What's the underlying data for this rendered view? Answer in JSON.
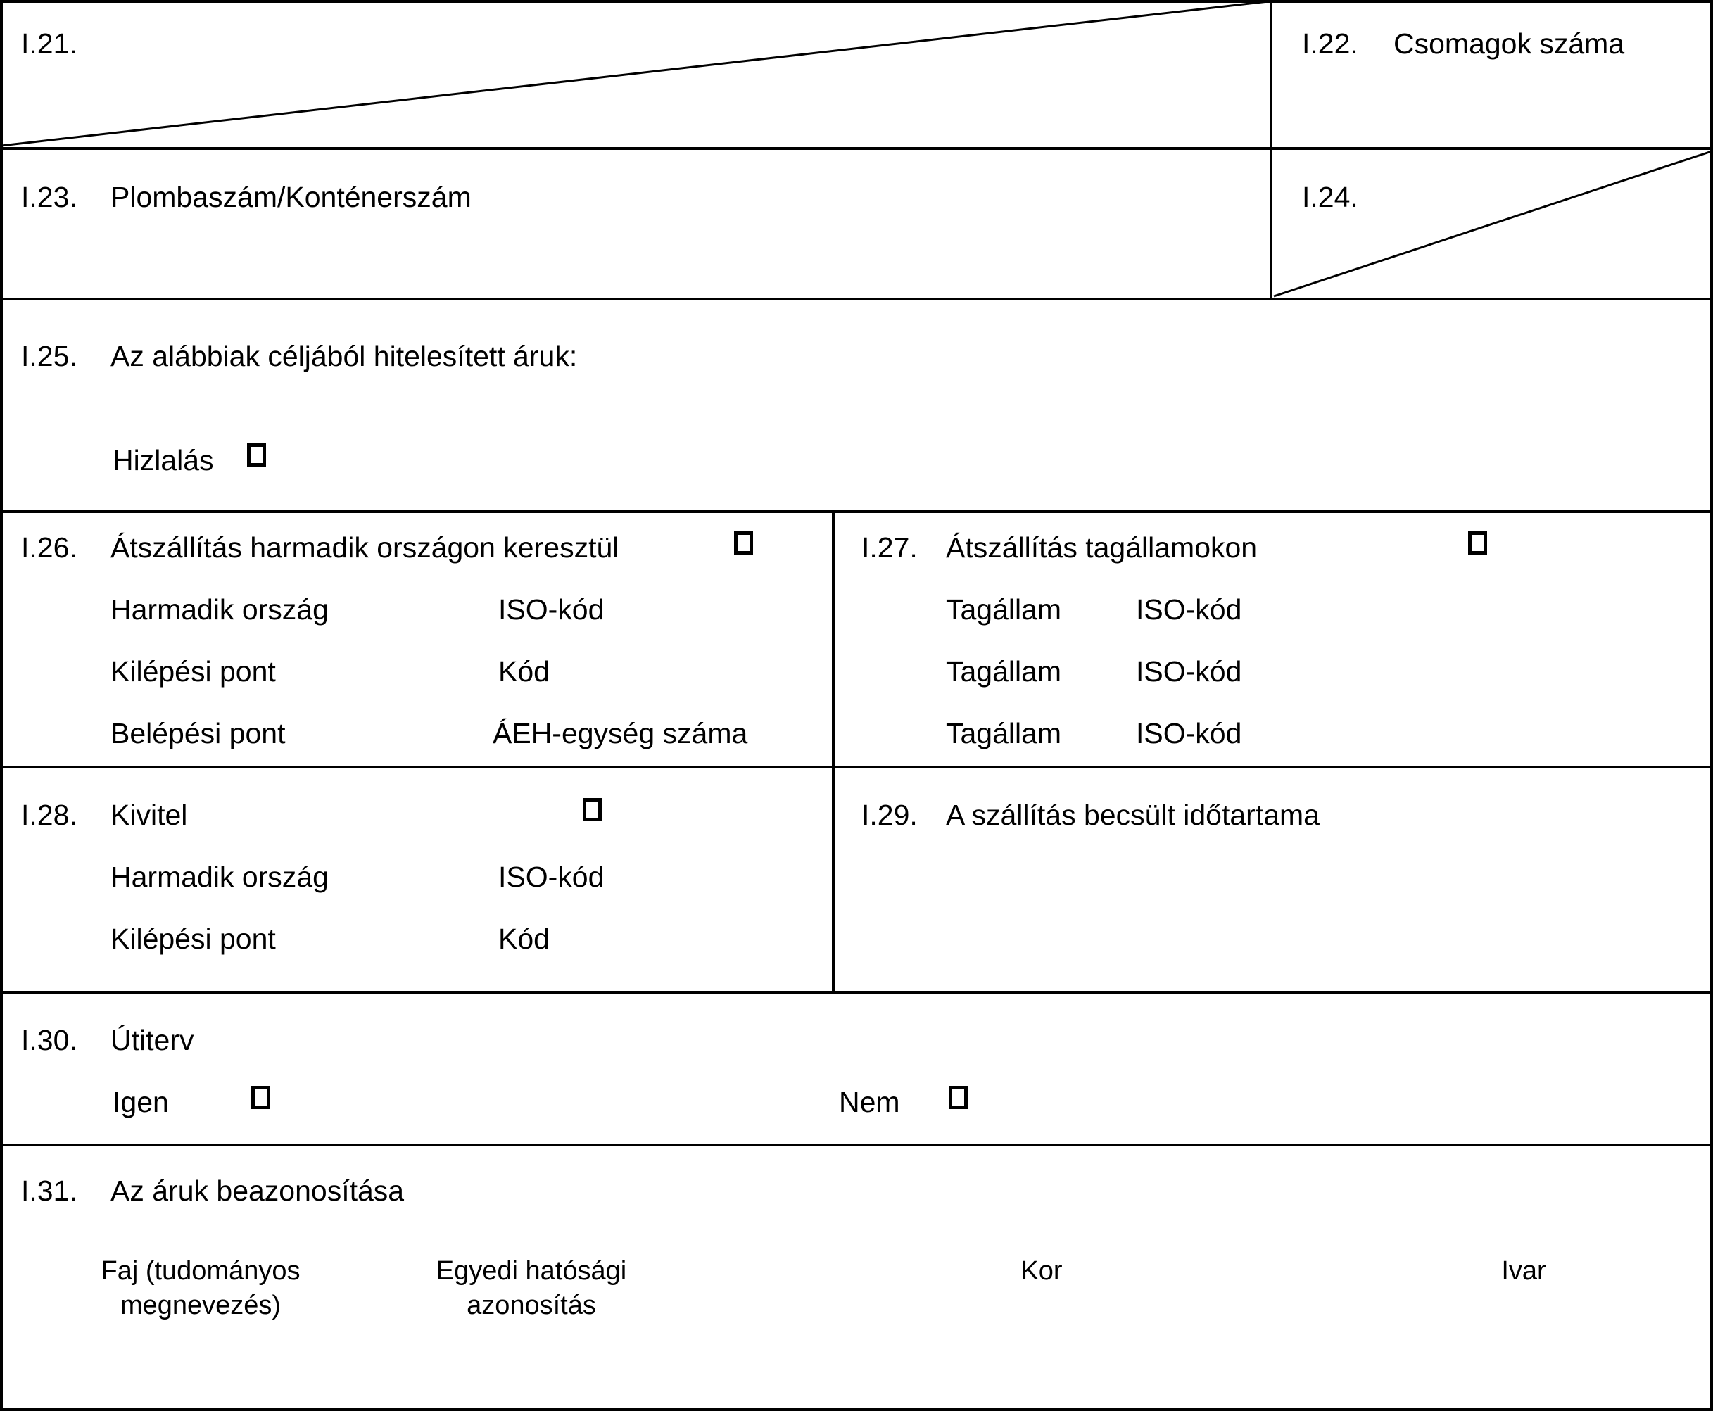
{
  "document": {
    "language": "hu",
    "type": "veterinary-certificate-part-I",
    "line_color": "#000000",
    "background_color": "#ffffff"
  },
  "boxes": {
    "i21": {
      "number": "I.21.",
      "label": "",
      "has_diagonal": true
    },
    "i22": {
      "number": "I.22.",
      "label": "Csomagok száma"
    },
    "i23": {
      "number": "I.23.",
      "label": "Plombaszám/Konténerszám"
    },
    "i24": {
      "number": "I.24.",
      "label": "",
      "has_diagonal": true
    },
    "i25": {
      "number": "I.25.",
      "label": "Az alábbiak céljából hitelesített áruk:",
      "option_label": "Hizlalás",
      "option_checked": false
    },
    "i26": {
      "number": "I.26.",
      "label": "Átszállítás harmadik országon keresztül",
      "checked": false,
      "rows": [
        {
          "left": "Harmadik ország",
          "right": "ISO-kód"
        },
        {
          "left": "Kilépési pont",
          "right": "Kód"
        },
        {
          "left": "Belépési pont",
          "right": "ÁEH-egység száma"
        }
      ]
    },
    "i27": {
      "number": "I.27.",
      "label": "Átszállítás tagállamokon",
      "checked": false,
      "rows": [
        {
          "left": "Tagállam",
          "right": "ISO-kód"
        },
        {
          "left": "Tagállam",
          "right": "ISO-kód"
        },
        {
          "left": "Tagállam",
          "right": "ISO-kód"
        }
      ]
    },
    "i28": {
      "number": "I.28.",
      "label": "Kivitel",
      "checked": false,
      "rows": [
        {
          "left": "Harmadik ország",
          "right": "ISO-kód"
        },
        {
          "left": "Kilépési pont",
          "right": "Kód"
        }
      ]
    },
    "i29": {
      "number": "I.29.",
      "label": "A szállítás becsült időtartama"
    },
    "i30": {
      "number": "I.30.",
      "label": "Útiterv",
      "yes_label": "Igen",
      "yes_checked": false,
      "no_label": "Nem",
      "no_checked": false
    },
    "i31": {
      "number": "I.31.",
      "label": "Az áruk beazonosítása",
      "columns": [
        {
          "line1": "Faj (tudományos",
          "line2": "megnevezés)"
        },
        {
          "line1": "Egyedi hatósági",
          "line2": "azonosítás"
        },
        {
          "line1": "Kor",
          "line2": ""
        },
        {
          "line1": "Ivar",
          "line2": ""
        }
      ]
    }
  }
}
